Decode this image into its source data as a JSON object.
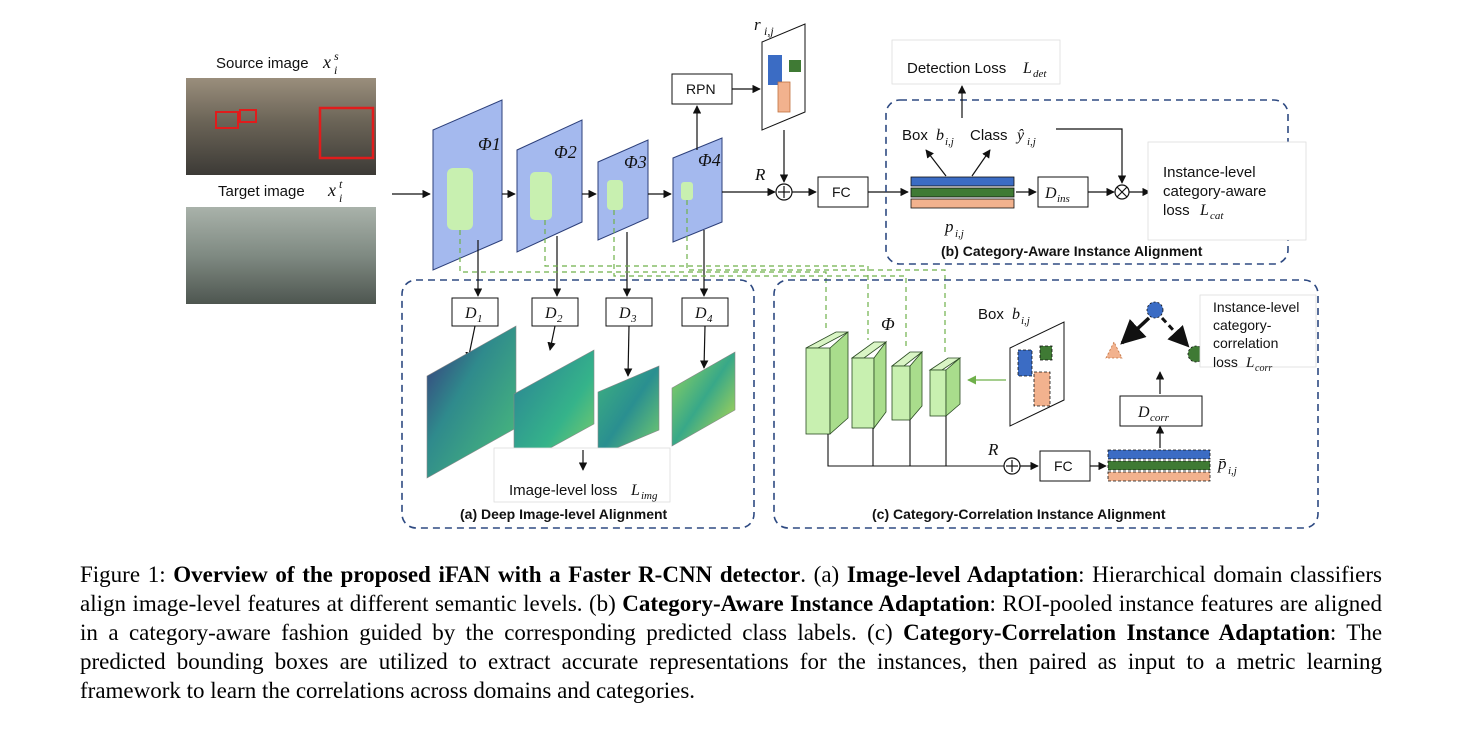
{
  "inputs": {
    "source_label": "Source image",
    "source_symbol": "x",
    "source_sup": "s",
    "source_sub": "i",
    "target_label": "Target image",
    "target_symbol": "x",
    "target_sup": "t",
    "target_sub": "i"
  },
  "backbone": {
    "features": [
      "Φ1",
      "Φ2",
      "Φ3",
      "Φ4"
    ],
    "rpn": "RPN",
    "r_label": "r i,j",
    "R_label": "R",
    "fc": "FC"
  },
  "section_a": {
    "title": "(a) Deep Image-level Alignment",
    "discriminators": [
      "D1",
      "D2",
      "D3",
      "D4"
    ],
    "loss_label": "Image-level loss",
    "loss_symbol": "L img"
  },
  "section_b": {
    "title": "(b) Category-Aware Instance Alignment",
    "detection_loss": "Detection Loss",
    "detection_symbol": "L det",
    "box_label": "Box",
    "box_symbol": "b i,j",
    "class_label": "Class",
    "class_symbol": "ŷ i,j",
    "p_label": "p i,j",
    "d_ins": "D ins",
    "loss_lines": [
      "Instance-level",
      "category-aware",
      "loss"
    ],
    "loss_symbol": "L cat"
  },
  "section_c": {
    "title": "(c) Category-Correlation Instance Alignment",
    "phi": "Φ",
    "box_label": "Box",
    "box_symbol": "b i,j",
    "loss_lines": [
      "Instance-level",
      "category-",
      "correlation",
      "loss"
    ],
    "loss_symbol": "L corr",
    "d_corr": "D corr",
    "R_label": "R",
    "fc": "FC",
    "p_bar": "p̄ i,j"
  },
  "caption": {
    "figure_label": "Figure 1:",
    "title": "Overview of the proposed iFAN with a Faster R-CNN detector",
    "a_tag": "(a)",
    "a_bold": "Image-level Adaptation",
    "a_text": ": Hierarchical domain classifiers align image-level features at different semantic levels.",
    "b_tag": "(b)",
    "b_bold": "Category-Aware Instance Adaptation",
    "b_text": ": ROI-pooled instance features are aligned in a category-aware fashion guided by the corresponding predicted class labels.",
    "c_tag": "(c)",
    "c_bold": "Category-Correlation Instance Adaptation",
    "c_text": ": The predicted bounding boxes are utilized to extract accurate representations for the instances, then paired as input to a metric learning framework to learn the correlations across domains and categories."
  },
  "colors": {
    "feature_blue": "#a4b9ee",
    "feature_green_box": "#c8f0b0",
    "dashed_border": "#2e4a82",
    "green_dash": "#6fb04a",
    "bar_blue": "#3b6cc4",
    "bar_green": "#3f7a34",
    "bar_orange": "#f2b28e"
  }
}
